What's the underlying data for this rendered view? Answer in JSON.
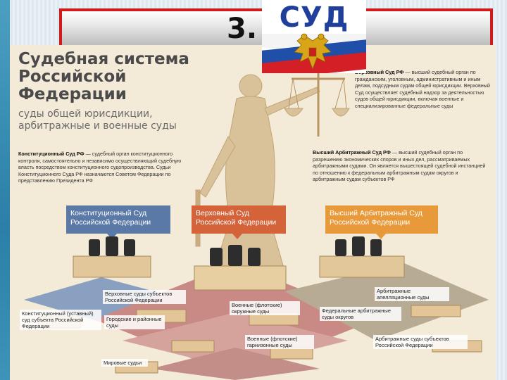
{
  "title_prefix": "3.",
  "emblem_text": "СУД",
  "heading": "Судебная система Российской Федерации",
  "subheading": "суды общей юрисдикции, арбитражные и военные суды",
  "paragraphs": {
    "constitutional": {
      "name": "Конституционный Суд РФ",
      "text": " — судебный орган конституционного контроля, самостоятельно и независимо осуществляющий судебную власть посредством конституционного судопроизводства. Судьи Конституционного Суда РФ назначаются Советом Федерации по представлению Президента РФ"
    },
    "supreme": {
      "name": "Верховный Суд РФ",
      "text": " — высший судебный орган по гражданским, уголовным, административным и иным делам, подсудным судам общей юрисдикции. Верховный Суд осуществляет судебный надзор за деятельностью судов общей юрисдикции, включая военные и специализированные федеральные суды"
    },
    "arbitration": {
      "name": "Высший Арбитражный Суд РФ",
      "text": " — высший судебный орган по разрешению экономических споров и иных дел, рассматриваемых арбитражными судами. Он является вышестоящей судебной инстанцией по отношению к федеральным арбитражным судам округов и арбитражным судам субъектов РФ"
    }
  },
  "top_courts": {
    "constitutional": "Конституционный Суд Российской Федерации",
    "supreme": "Верховный Суд Российской Федерации",
    "arbitration": "Высший Арбитражный Суд Российской Федерации"
  },
  "lower_courts": {
    "regional_supreme": "Верховные суды субъектов Российской Федерации",
    "military_district": "Военные (флотские) окружные суды",
    "arbitration_appeal": "Арбитражные апелляционные суды",
    "constitutional_subject": "Конституционный (уставный) суд субъекта Российской Федерации",
    "city_district": "Городские и районные суды",
    "federal_arbitration_district": "Федеральные арбитражные суды округов",
    "military_garrison": "Военные (флотские) гарнизонные суды",
    "arbitration_subject": "Арбитражные суды субъектов Российской Федерации",
    "magistrate": "Мировые судьи"
  },
  "colors": {
    "frame_red": "#d21a1a",
    "constitutional_blue": "#5b79a6",
    "supreme_orange": "#d4633a",
    "arbitration_amber": "#e89a3a",
    "flag_white": "#f4f4f4",
    "flag_blue": "#1f4fa8",
    "flag_red": "#d41f26"
  },
  "icons": [
    "double-headed-eagle-icon",
    "justice-statue-icon",
    "judge-chair-icon"
  ]
}
